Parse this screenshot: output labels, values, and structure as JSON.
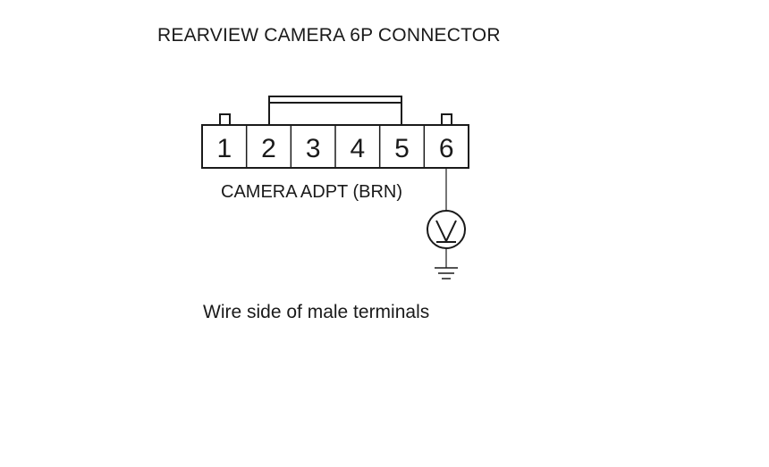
{
  "title": "REARVIEW CAMERA 6P CONNECTOR",
  "connector": {
    "label": "CAMERA ADPT (BRN)",
    "terminals": [
      "1",
      "2",
      "3",
      "4",
      "5",
      "6"
    ],
    "probed_terminal": "6"
  },
  "meter": {
    "symbol": "V",
    "icon": "voltmeter-icon"
  },
  "ground": {
    "icon": "ground-icon"
  },
  "caption": "Wire side of male terminals",
  "colors": {
    "line": "#1a1a1a",
    "background": "#ffffff"
  }
}
